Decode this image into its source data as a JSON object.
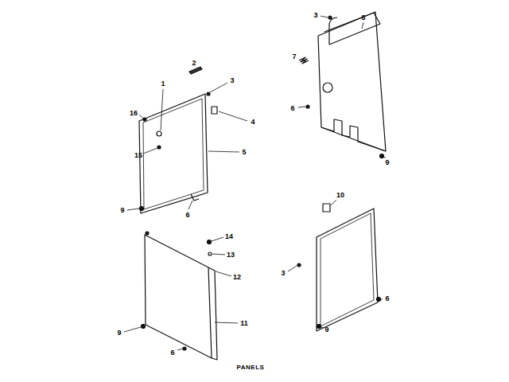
{
  "diagram": {
    "caption": "PANELS",
    "labels": [
      "1",
      "2",
      "3",
      "16",
      "4",
      "15",
      "5",
      "6",
      "9",
      "3",
      "8",
      "7",
      "6",
      "9",
      "14",
      "13",
      "12",
      "11",
      "9",
      "6",
      "10",
      "3",
      "6",
      "9"
    ]
  }
}
